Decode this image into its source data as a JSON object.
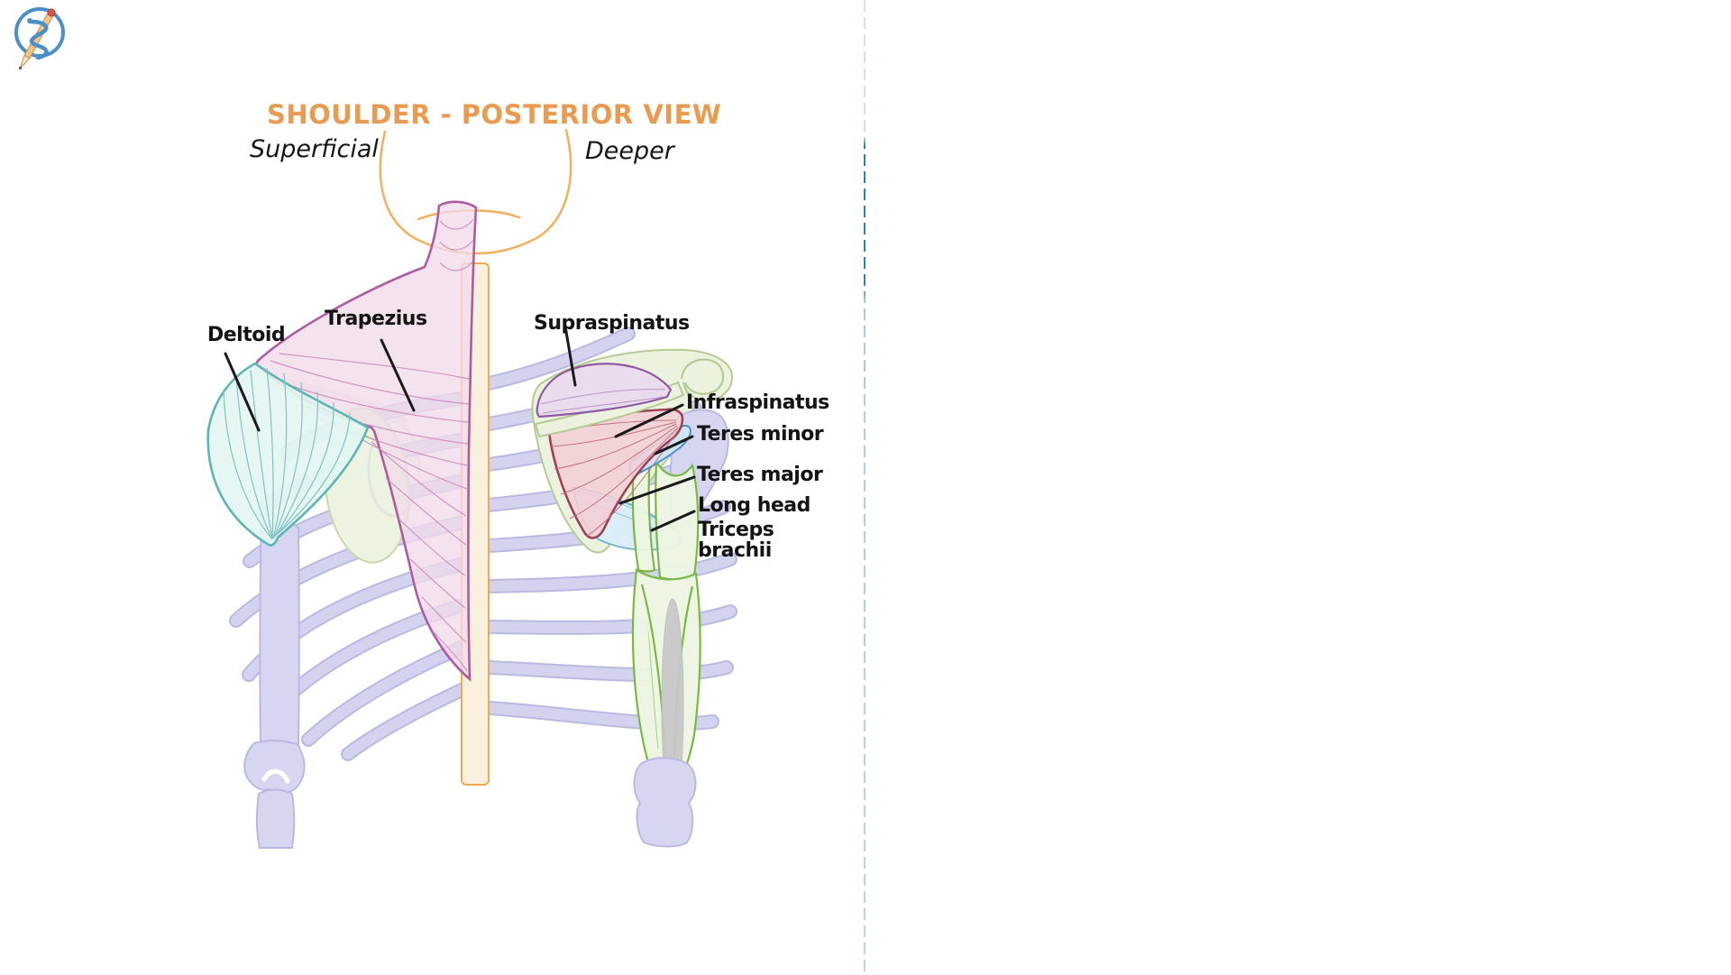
{
  "branding": {
    "logo": "rod-of-asclepius-pencil-logo",
    "logo_color": "#4A8FC7"
  },
  "diagram": {
    "title": "SHOULDER - POSTERIOR VIEW",
    "view_columns": {
      "left": "Superficial",
      "right": "Deeper"
    },
    "labels": {
      "deltoid": "Deltoid",
      "trapezius": "Trapezius",
      "supraspinatus": "Supraspinatus",
      "infraspinatus": "Infraspinatus",
      "teres_minor": "Teres minor",
      "teres_major": "Teres major",
      "long_head": "Long head",
      "triceps_line1": "Triceps",
      "triceps_line2": "brachii"
    }
  },
  "colors": {
    "title": "#E89B51",
    "outline_orange": "#F2B05C",
    "spine_fill": "#FAF0DE",
    "spine_stroke": "#F0A953",
    "trapezius_fill": "#F1DBEB",
    "trapezius_stroke": "#AF5C9E",
    "deltoid_fill": "#E3F5F2",
    "deltoid_stroke": "#5FB5B5",
    "scapula_fill": "#EBF2DD",
    "scapula_stroke": "#B6CA95",
    "supraspinatus_fill": "#E9DAEF",
    "supraspinatus_stroke": "#8F59A0",
    "infraspinatus_fill": "#F2CFD6",
    "infraspinatus_stroke": "#9E4055",
    "teres_minor_fill": "#CEE5F4",
    "teres_minor_stroke": "#4E92C8",
    "teres_major_fill": "#D9EDF8",
    "teres_major_stroke": "#69AFD4",
    "triceps_fill": "#EDF5E1",
    "triceps_stroke": "#79B845",
    "rib_fill": "#D3D3EF",
    "bone_fill": "#D6D6F0",
    "bone_stroke": "#BABAE1",
    "tendon_gray": "#C8C8C8",
    "leader_line": "#1A1A1A",
    "divider_blue": "#2E7FAE"
  }
}
